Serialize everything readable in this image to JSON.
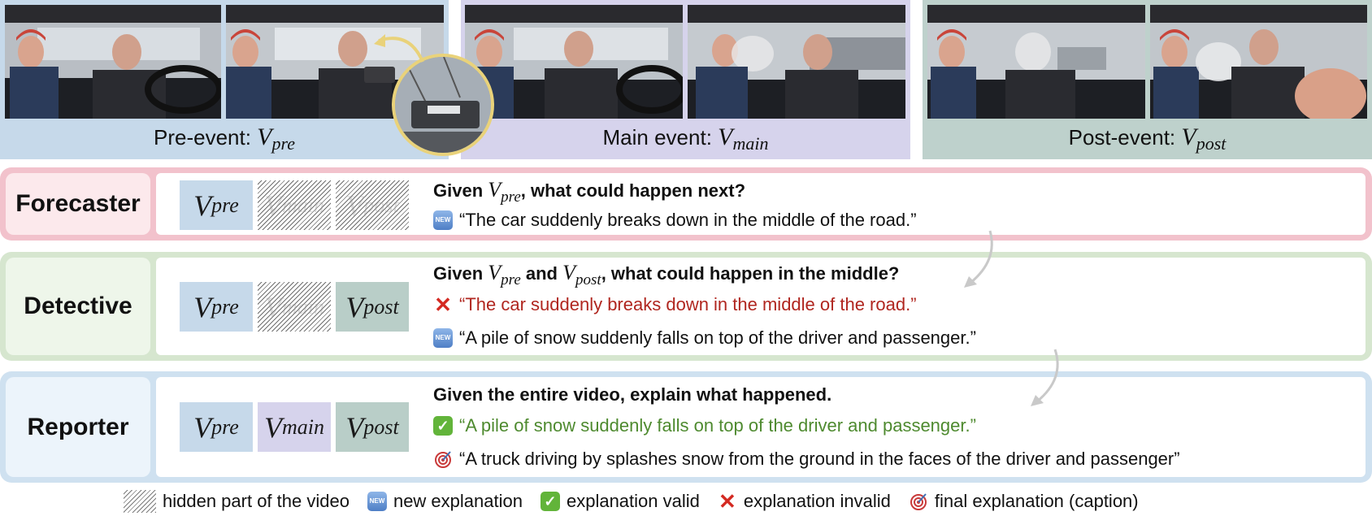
{
  "panels": {
    "pre": {
      "label": "Pre-event: ",
      "symbol": "V",
      "sub": "pre"
    },
    "main": {
      "label": "Main event: ",
      "symbol": "V",
      "sub": "main"
    },
    "post": {
      "label": "Post-event: ",
      "symbol": "V",
      "sub": "post"
    }
  },
  "chips": {
    "symbol": "V",
    "pre": "pre",
    "main": "main",
    "post": "post"
  },
  "rows": {
    "forecaster": {
      "role": "Forecaster",
      "q_a": "Given ",
      "q_b": ", what could happen next?",
      "line1": "“The car suddenly breaks down in the middle of the road.”"
    },
    "detective": {
      "role": "Detective",
      "q_a": "Given ",
      "q_and": " and ",
      "q_b": ", what could happen in the middle?",
      "line1": "“The car suddenly breaks down in the middle of the road.”",
      "line2": "“A pile of snow suddenly falls on top of the driver and passenger.”"
    },
    "reporter": {
      "role": "Reporter",
      "question": "Given the entire video, explain what happened.",
      "line1": "“A pile of snow suddenly falls on top of the driver and passenger.”",
      "line2": "“A truck driving by splashes snow from the ground in the faces of the driver and passenger”"
    }
  },
  "icons": {
    "new_badge": "NEW"
  },
  "legend": {
    "hidden": "hidden part of the video",
    "new": "new explanation",
    "valid": "explanation valid",
    "invalid": "explanation invalid",
    "final": "final explanation (caption)"
  },
  "colors": {
    "pre": "#c6d9ea",
    "main": "#d6d3ec",
    "post": "#b9cec8",
    "forecaster_border": "#f2c2cc",
    "detective_border": "#d6e6cf",
    "reporter_border": "#cfe1f0",
    "invalid_text": "#b0261f",
    "valid_text": "#4e8a2f"
  }
}
